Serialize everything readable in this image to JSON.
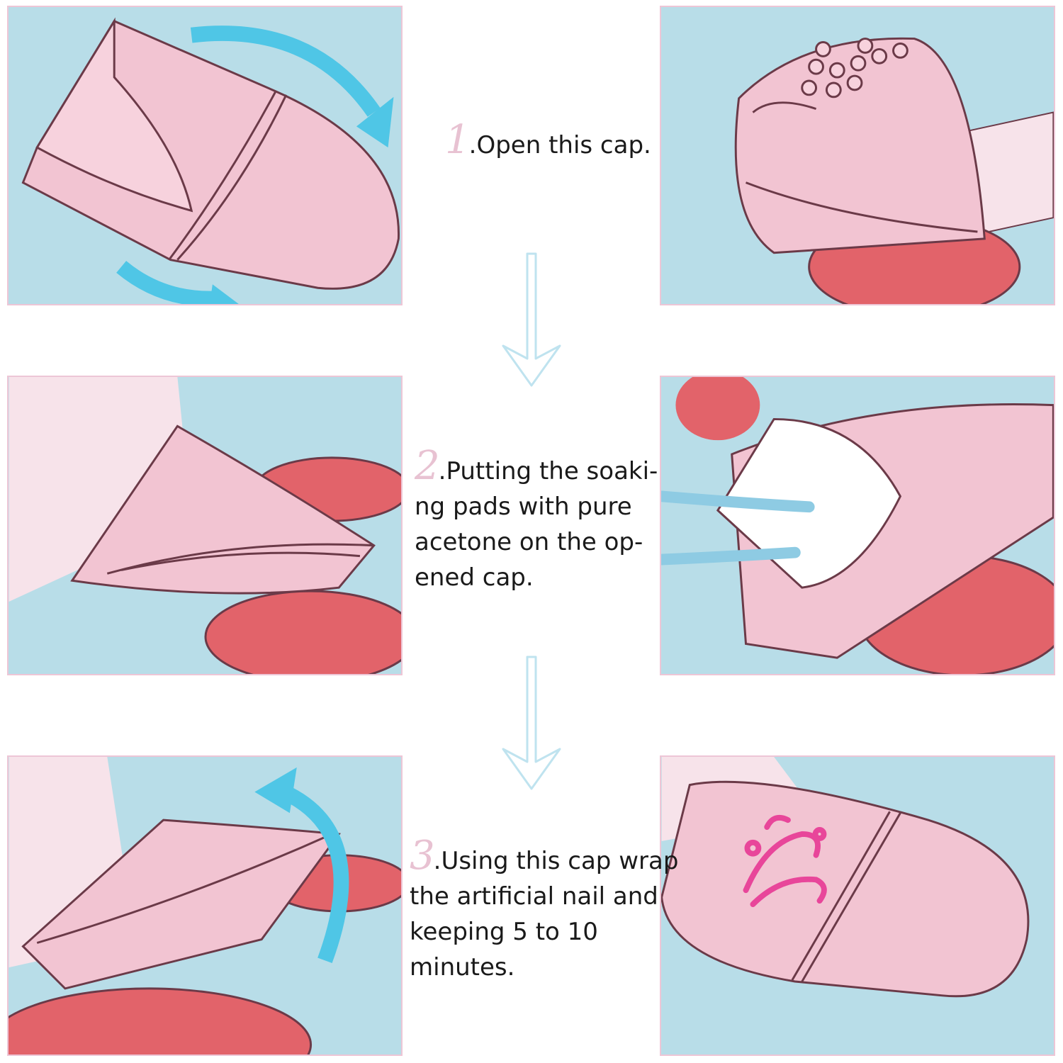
{
  "steps": [
    {
      "number": "1",
      "lines": [
        ".Open this cap."
      ]
    },
    {
      "number": "2",
      "lines": [
        ".Putting the soaki-",
        "ng pads with pure",
        "acetone on the op-",
        "ened cap."
      ]
    },
    {
      "number": "3",
      "lines": [
        ".Using this cap wrap",
        "the artificial nail and",
        "keeping 5 to 10",
        "minutes."
      ]
    }
  ],
  "colors": {
    "panel_background": "#b8dde8",
    "cap_pink": "#f2c4d2",
    "nail_red": "#e2636a",
    "rotate_arrow_blue": "#4fc6e6",
    "step_number_pink": "#e8c2d2",
    "flow_arrow": "#bfe3ef",
    "panel_border": "#edc6d6",
    "decor_magenta": "#e8469a"
  },
  "icons": {
    "flow_arrow": "down-arrow-icon",
    "rotate_arrow": "rotate-arrow-icon"
  }
}
